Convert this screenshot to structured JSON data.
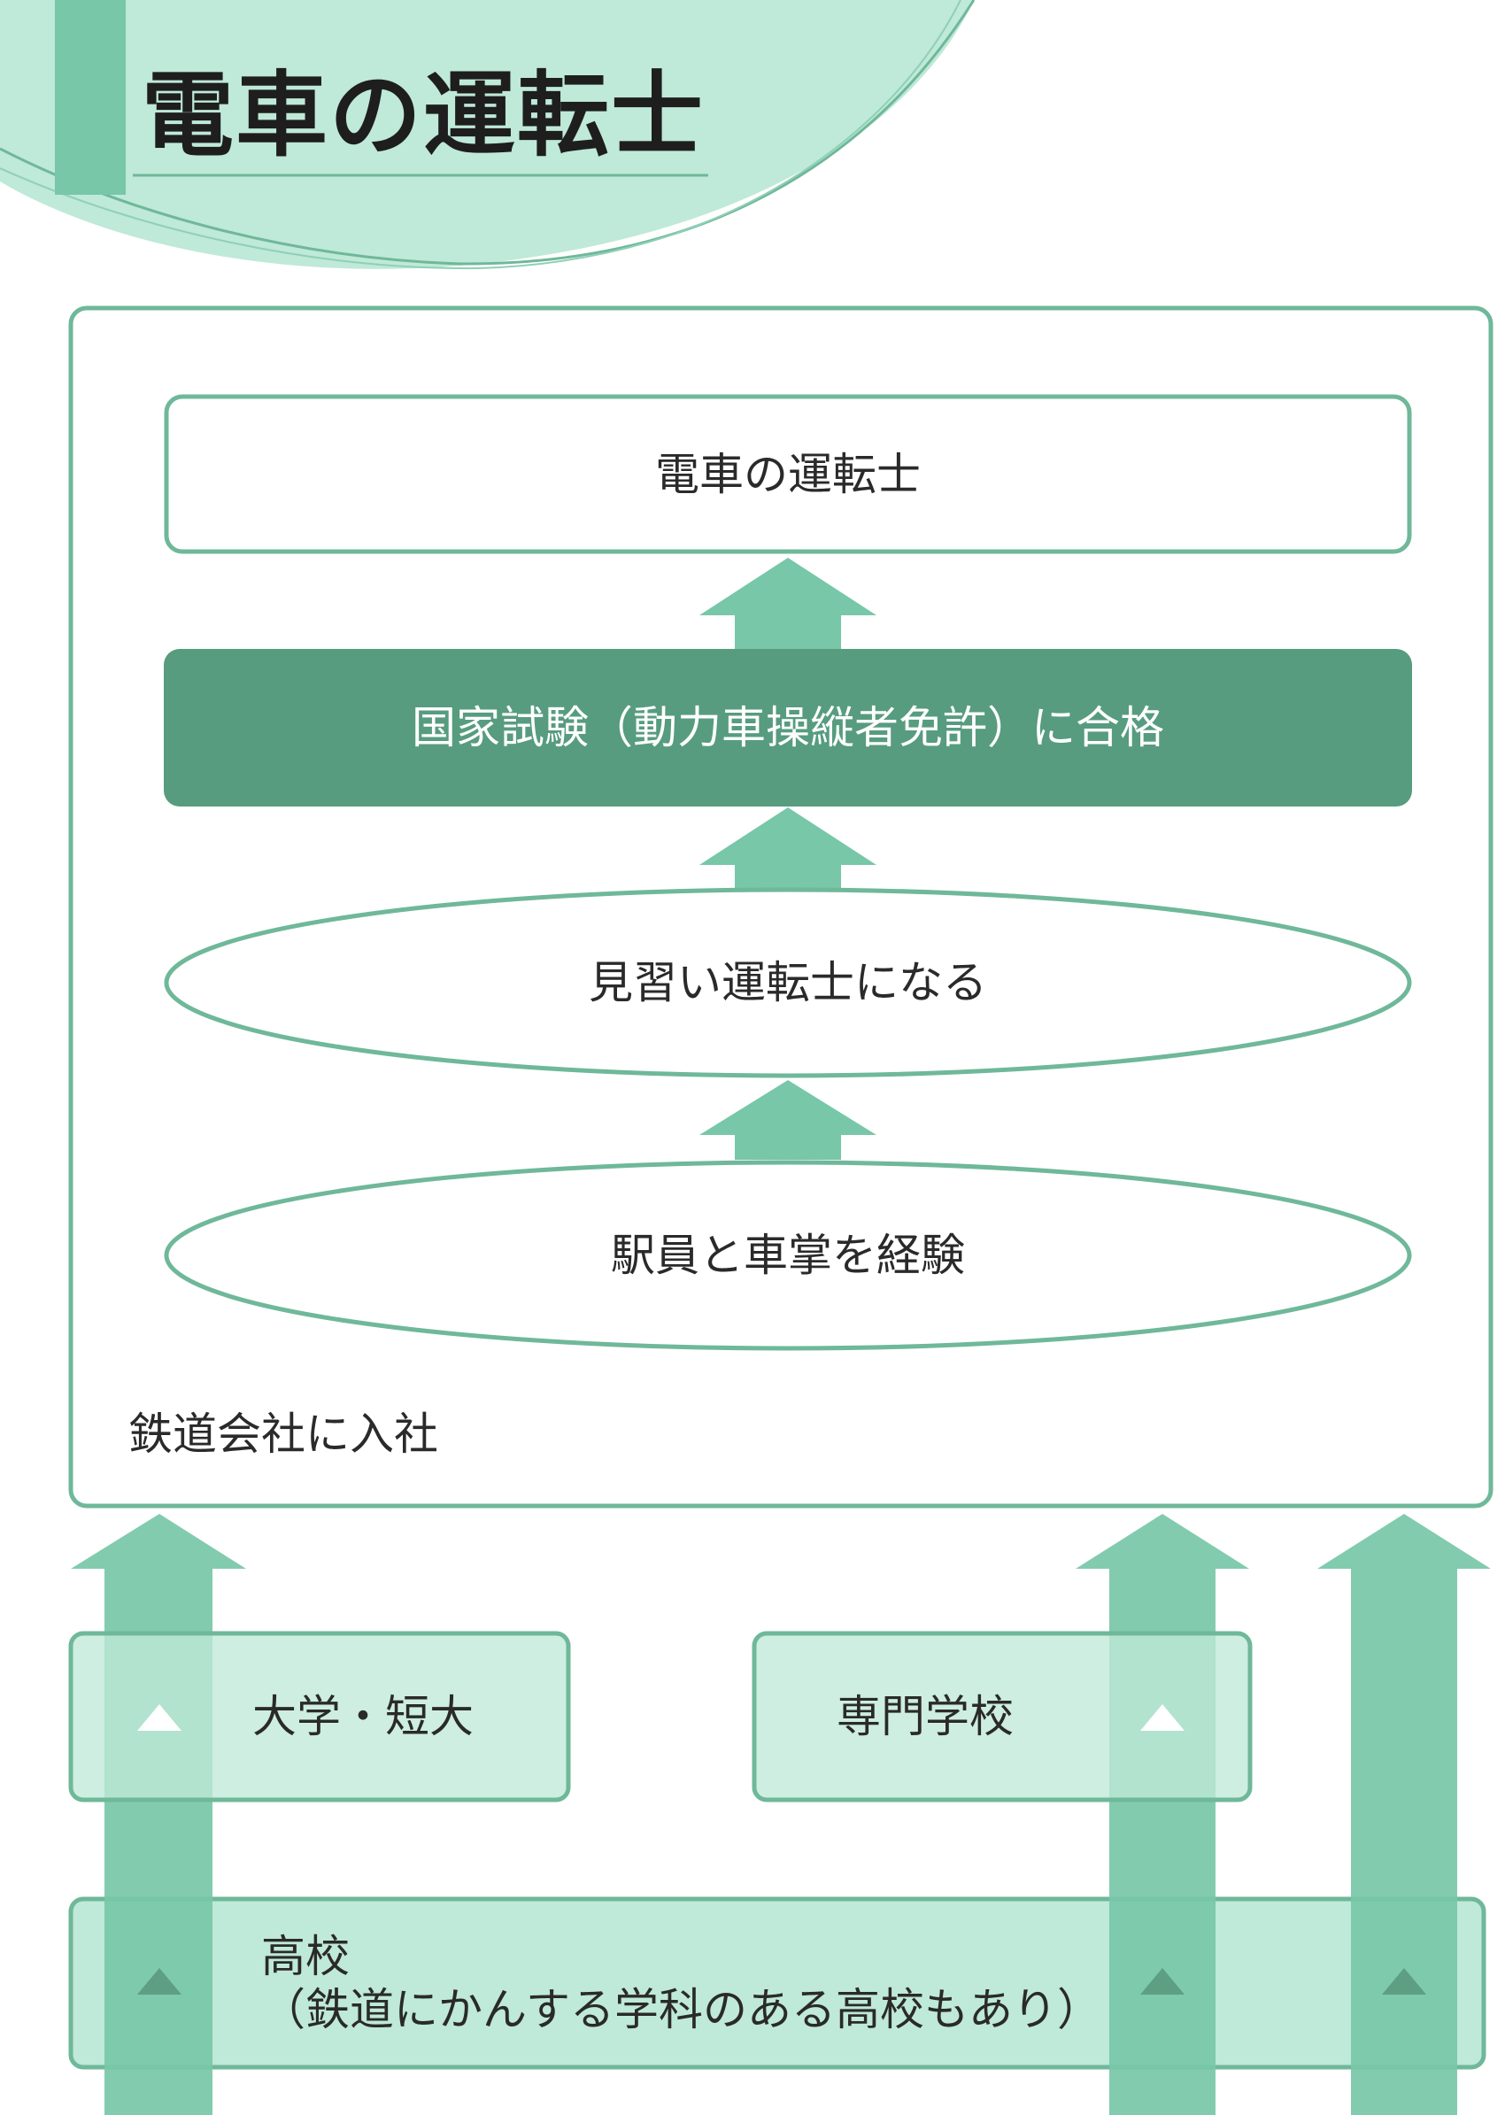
{
  "title": "電車の運転士",
  "steps": {
    "goal": "電車の運転士",
    "exam": "国家試験（動力車操縦者免許）に合格",
    "trainee": "見習い運転士になる",
    "experience": "駅員と車掌を経験",
    "join": "鉄道会社に入社"
  },
  "schools": {
    "university": "大学・短大",
    "vocational": "専門学校",
    "high_school": "高校",
    "high_school_note": "（鉄道にかんする学科のある高校もあり）"
  },
  "colors": {
    "accent": "#77c7a8",
    "accent_light": "#bfe9d8",
    "accent_dark": "#579c7f",
    "border": "#6fb89a"
  }
}
